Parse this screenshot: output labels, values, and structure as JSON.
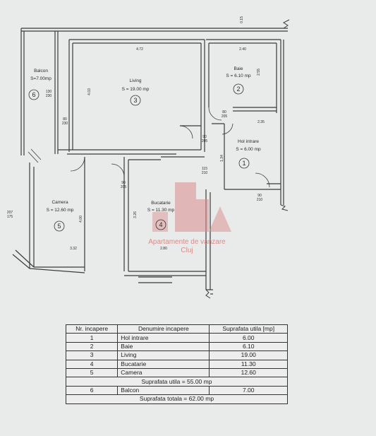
{
  "plan": {
    "rooms": [
      {
        "id": "balcon",
        "name": "Balcon",
        "area": "S=7.00mp",
        "number": "6",
        "dims": "130\n230"
      },
      {
        "id": "living",
        "name": "Living",
        "area": "S = 19.00 mp",
        "number": "3"
      },
      {
        "id": "baie",
        "name": "Baie",
        "area": "S = 6.10 mp",
        "number": "2"
      },
      {
        "id": "hol",
        "name": "Hol intrare",
        "area": "S = 6.00 mp",
        "number": "1"
      },
      {
        "id": "camera",
        "name": "Camera",
        "area": "S = 12.60 mp",
        "number": "5"
      },
      {
        "id": "bucatarie",
        "name": "Bucatarie",
        "area": "S = 11.30 mp",
        "number": "4"
      }
    ],
    "dimensions": {
      "living_width": "4.72",
      "living_height": "4.03",
      "baie_width": "2.40",
      "baie_height": "2.55",
      "camera_width": "3.32",
      "camera_height": "4.00",
      "bucatarie_width": "2.80",
      "bucatarie_height": "3.26",
      "hol_width": "2.35",
      "hol_height": "1.34",
      "door_living": "80\n230",
      "door_baie": "80\n205",
      "door_hol": "90\n205",
      "door_bucatarie": "115\n210",
      "door_camera": "90\n205",
      "door_entry": "90\n210",
      "window_camera": "207\n175",
      "top_corner": "0.15"
    }
  },
  "watermark": {
    "line1": "Apartamente de vanzare",
    "line2": "Cluj",
    "color": "#d05050"
  },
  "table": {
    "headers": [
      "Nr. incapere",
      "Denumire incapere",
      "Suprafata utila [mp]"
    ],
    "rows": [
      {
        "nr": "1",
        "name": "Hol intrare",
        "area": "6.00"
      },
      {
        "nr": "2",
        "name": "Baie",
        "area": "6.10"
      },
      {
        "nr": "3",
        "name": "Living",
        "area": "19.00"
      },
      {
        "nr": "4",
        "name": "Bucatarie",
        "area": "11.30"
      },
      {
        "nr": "5",
        "name": "Camera",
        "area": "12.60"
      }
    ],
    "summary_util": "Suprafata utila = 55.00 mp",
    "row6": {
      "nr": "6",
      "name": "Balcon",
      "area": "7.00"
    },
    "summary_total": "Suprafata totala = 62.00 mp"
  }
}
